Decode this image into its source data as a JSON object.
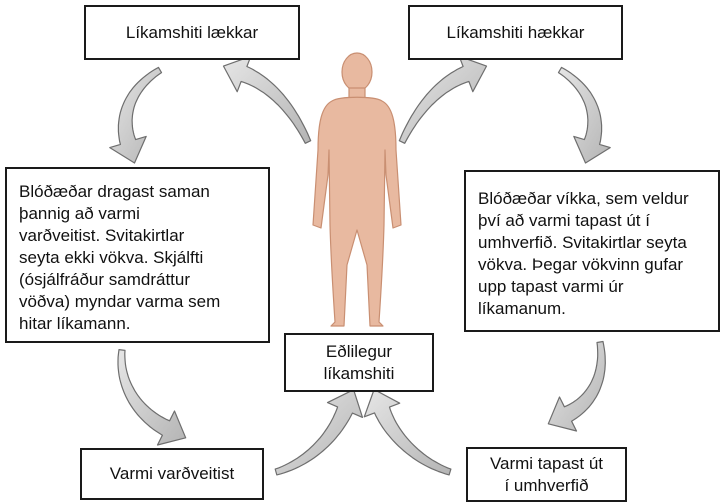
{
  "boxes": {
    "temp_falls": "Líkamshiti lækkar",
    "temp_rises": "Líkamshiti hækkar",
    "normal": [
      "Eðlilegur",
      "líkamshiti"
    ],
    "heat_retained": "Varmi varðveitist",
    "heat_lost": [
      "Varmi tapast út",
      "í umhverfið"
    ],
    "cold_response": [
      "Blóðæðar dragast saman",
      "þannig að varmi",
      "varðveitist. Svitakirtlar",
      "seyta ekki vökva. Skjálfti",
      "(ósjálfráður samdráttur",
      "vöðva) myndar varma sem",
      "hitar líkamann."
    ],
    "heat_response": [
      "Blóðæðar víkka, sem veldur",
      "því að varmi tapast út í",
      "umhverfið. Svitakirtlar seyta",
      "vökva. Þegar vökvinn gufar",
      "upp tapast varmi úr",
      "líkamanum."
    ]
  },
  "colors": {
    "arrow_fill": "#c8c8c8",
    "arrow_stroke": "#6e6e6e",
    "body_fill": "#e8b9a0",
    "body_stroke": "#c98f72",
    "box_border": "#1a1a1a"
  },
  "icons": [
    "human-body-figure",
    "curved-arrow"
  ]
}
